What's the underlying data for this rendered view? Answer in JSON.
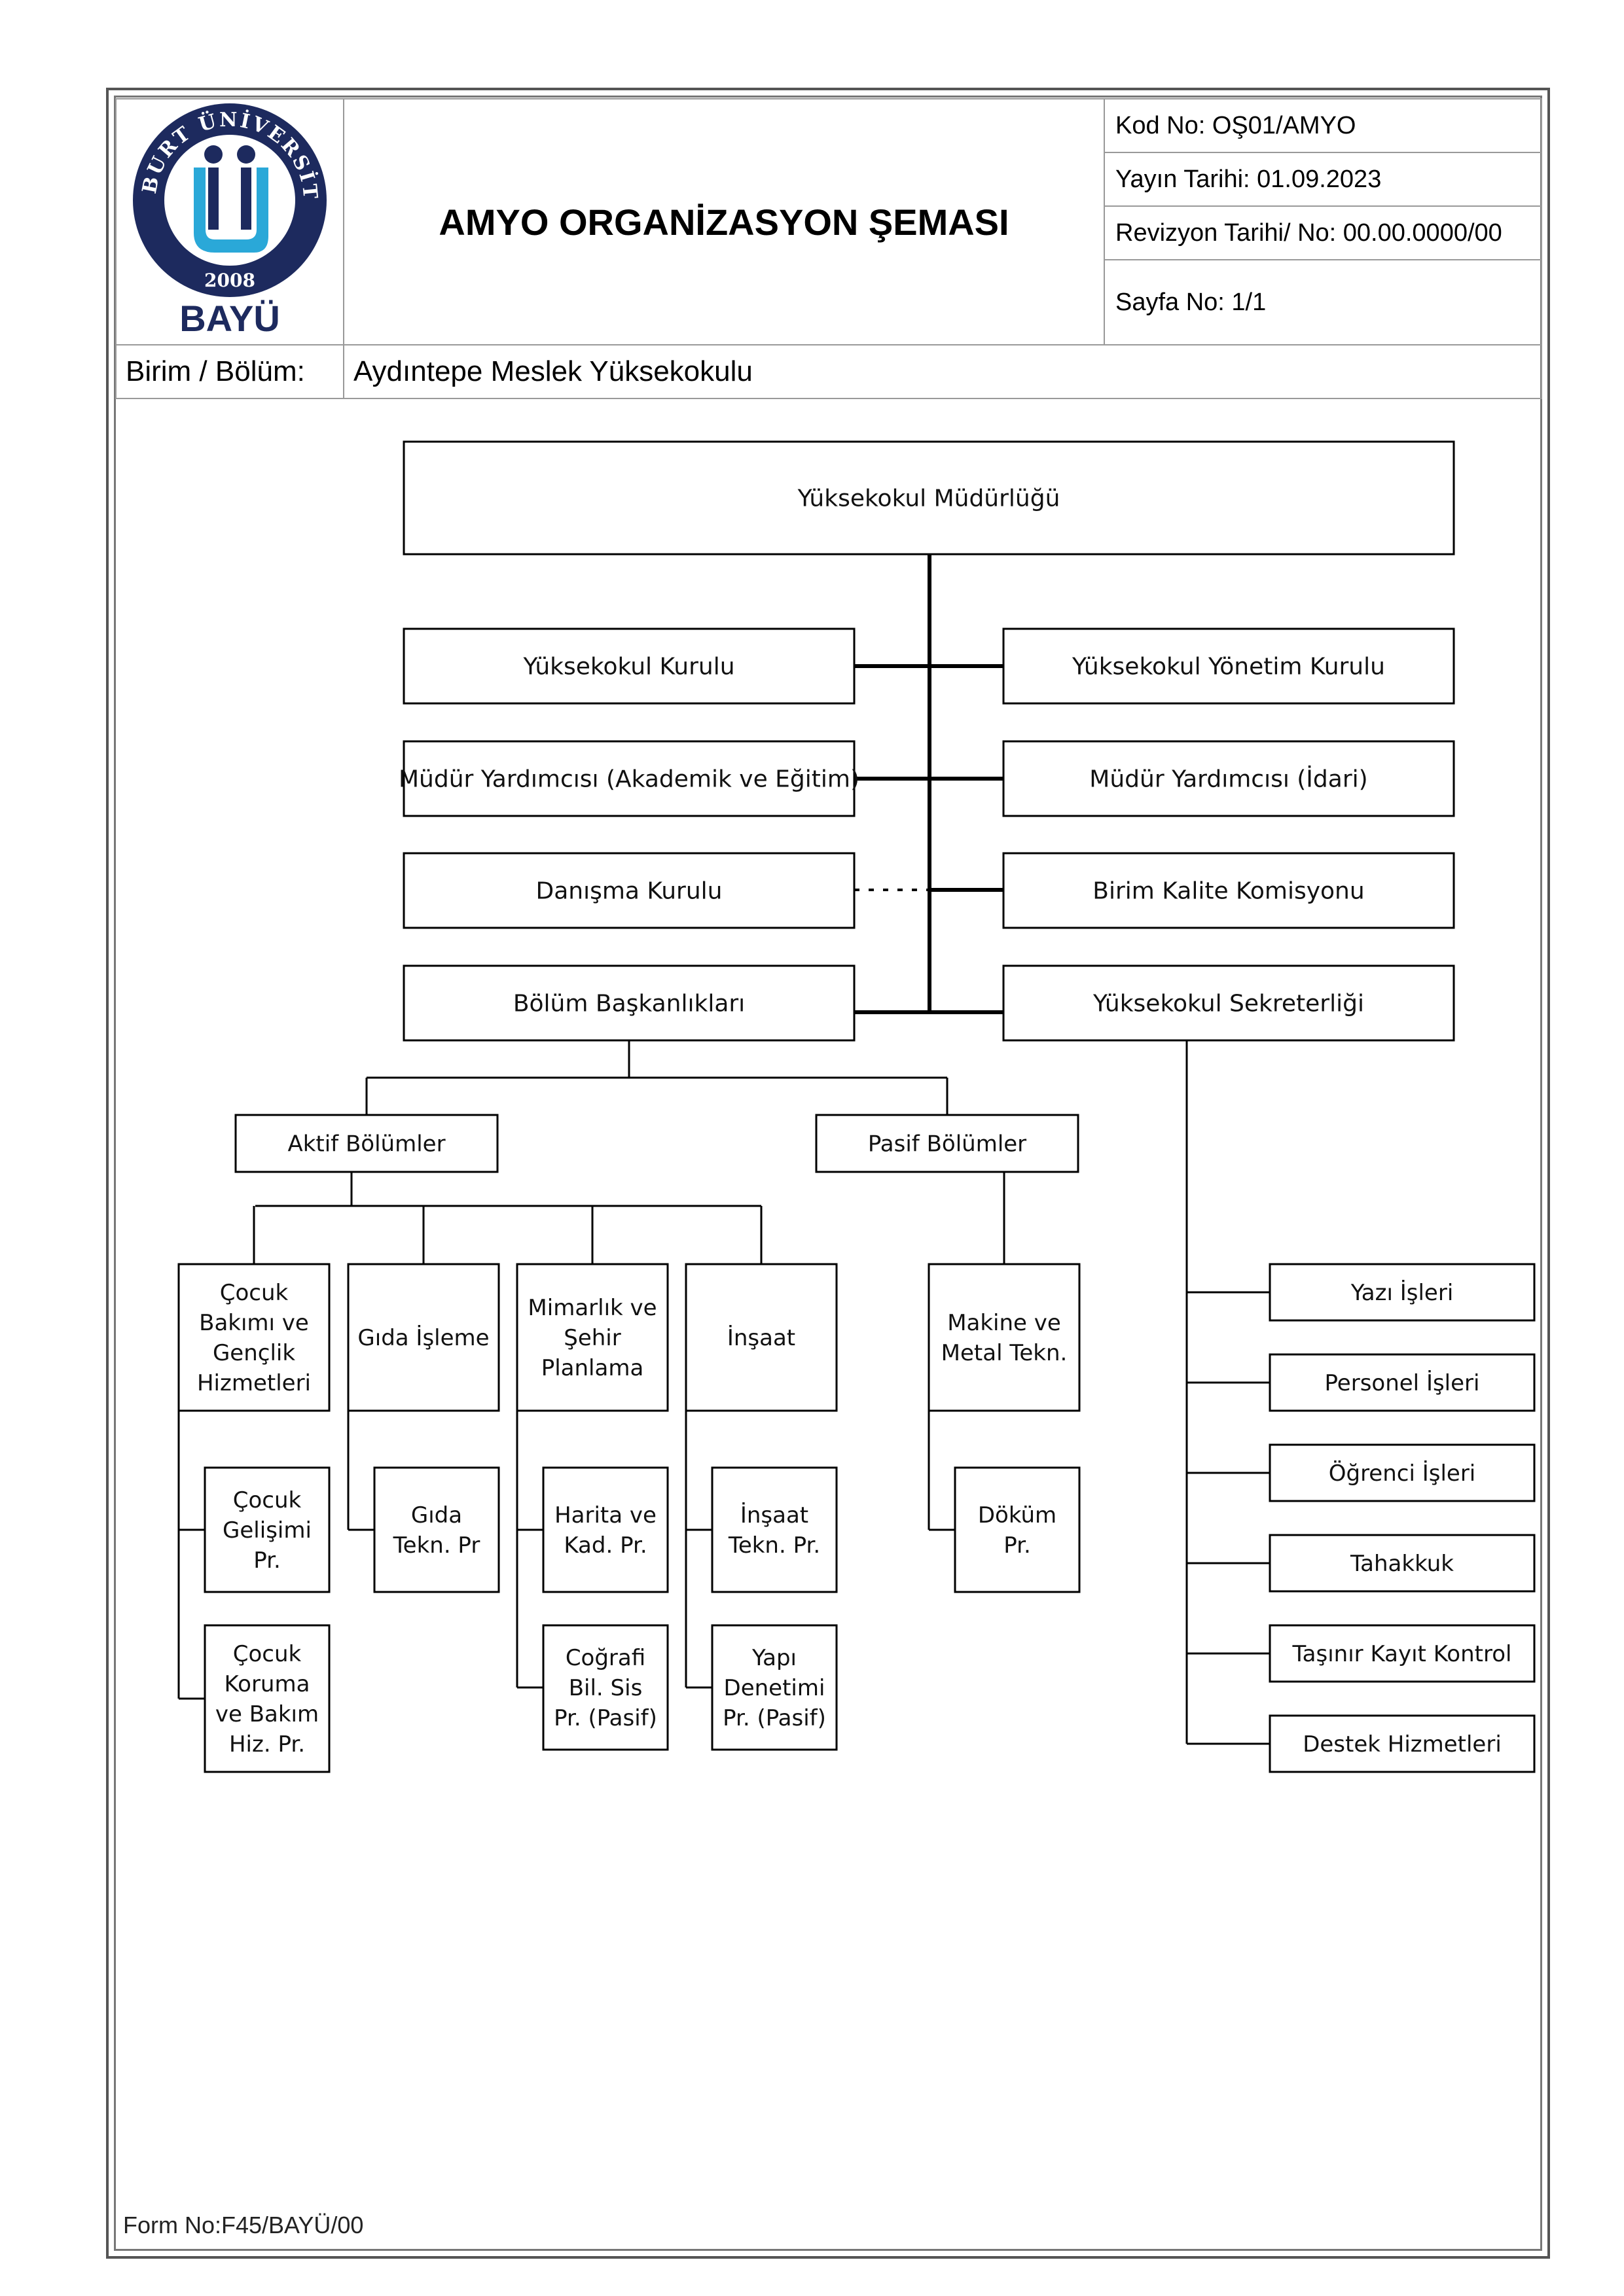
{
  "header": {
    "logo_label": "BAYÜ",
    "logo_ring_text": "BAYBURT ÜNİVERSİTESİ",
    "logo_year": "2008",
    "title": "AMYO ORGANİZASYON ŞEMASI",
    "kod_no": "Kod No: OŞ01/AMYO",
    "yayin_tarihi": "Yayın Tarihi: 01.09.2023",
    "revizyon": "Revizyon Tarihi/ No: 00.00.0000/00",
    "sayfa_no": "Sayfa No: 1/1",
    "birim_label": "Birim / Bölüm:",
    "birim_value": "Aydıntepe Meslek Yüksekokulu"
  },
  "colors": {
    "logo_blue": "#1d2a5e",
    "logo_cyan": "#2aa8d8",
    "line": "#000000"
  },
  "org": {
    "mudurluk": "Yüksekokul Müdürlüğü",
    "kurul": "Yüksekokul Kurulu",
    "yonetim_kurulu": "Yüksekokul Yönetim Kurulu",
    "mudur_yrd_akademik": "Müdür Yardımcısı (Akademik ve Eğitim)",
    "mudur_yrd_idari": "Müdür Yardımcısı (İdari)",
    "danisma": "Danışma Kurulu",
    "kalite": "Birim Kalite Komisyonu",
    "bolum_baskanliklari": "Bölüm Başkanlıkları",
    "sekreterlik": "Yüksekokul Sekreterliği",
    "aktif": "Aktif Bölümler",
    "pasif": "Pasif Bölümler",
    "departments": [
      {
        "name": [
          "Çocuk",
          "Bakımı ve",
          "Gençlik",
          "Hizmetleri"
        ],
        "programs": [
          [
            "Çocuk",
            "Gelişimi",
            "Pr."
          ],
          [
            "Çocuk",
            "Koruma",
            "ve Bakım",
            "Hiz. Pr."
          ]
        ]
      },
      {
        "name": [
          "Gıda İşleme"
        ],
        "programs": [
          [
            "Gıda",
            "Tekn. Pr"
          ]
        ]
      },
      {
        "name": [
          "Mimarlık ve",
          "Şehir",
          "Planlama"
        ],
        "programs": [
          [
            "Harita ve",
            "Kad. Pr."
          ],
          [
            "Coğrafi",
            "Bil. Sis",
            "Pr. (Pasif)"
          ]
        ]
      },
      {
        "name": [
          "İnşaat"
        ],
        "programs": [
          [
            "İnşaat",
            "Tekn. Pr."
          ],
          [
            "Yapı",
            "Denetimi",
            "Pr. (Pasif)"
          ]
        ]
      },
      {
        "name": [
          "Makine ve",
          "Metal Tekn."
        ],
        "programs": [
          [
            "Döküm",
            "Pr."
          ]
        ]
      }
    ],
    "secretariat_units": [
      "Yazı İşleri",
      "Personel İşleri",
      "Öğrenci İşleri",
      "Tahakkuk",
      "Taşınır Kayıt Kontrol",
      "Destek Hizmetleri"
    ]
  },
  "footer": "Form No:F45/BAYÜ/00"
}
